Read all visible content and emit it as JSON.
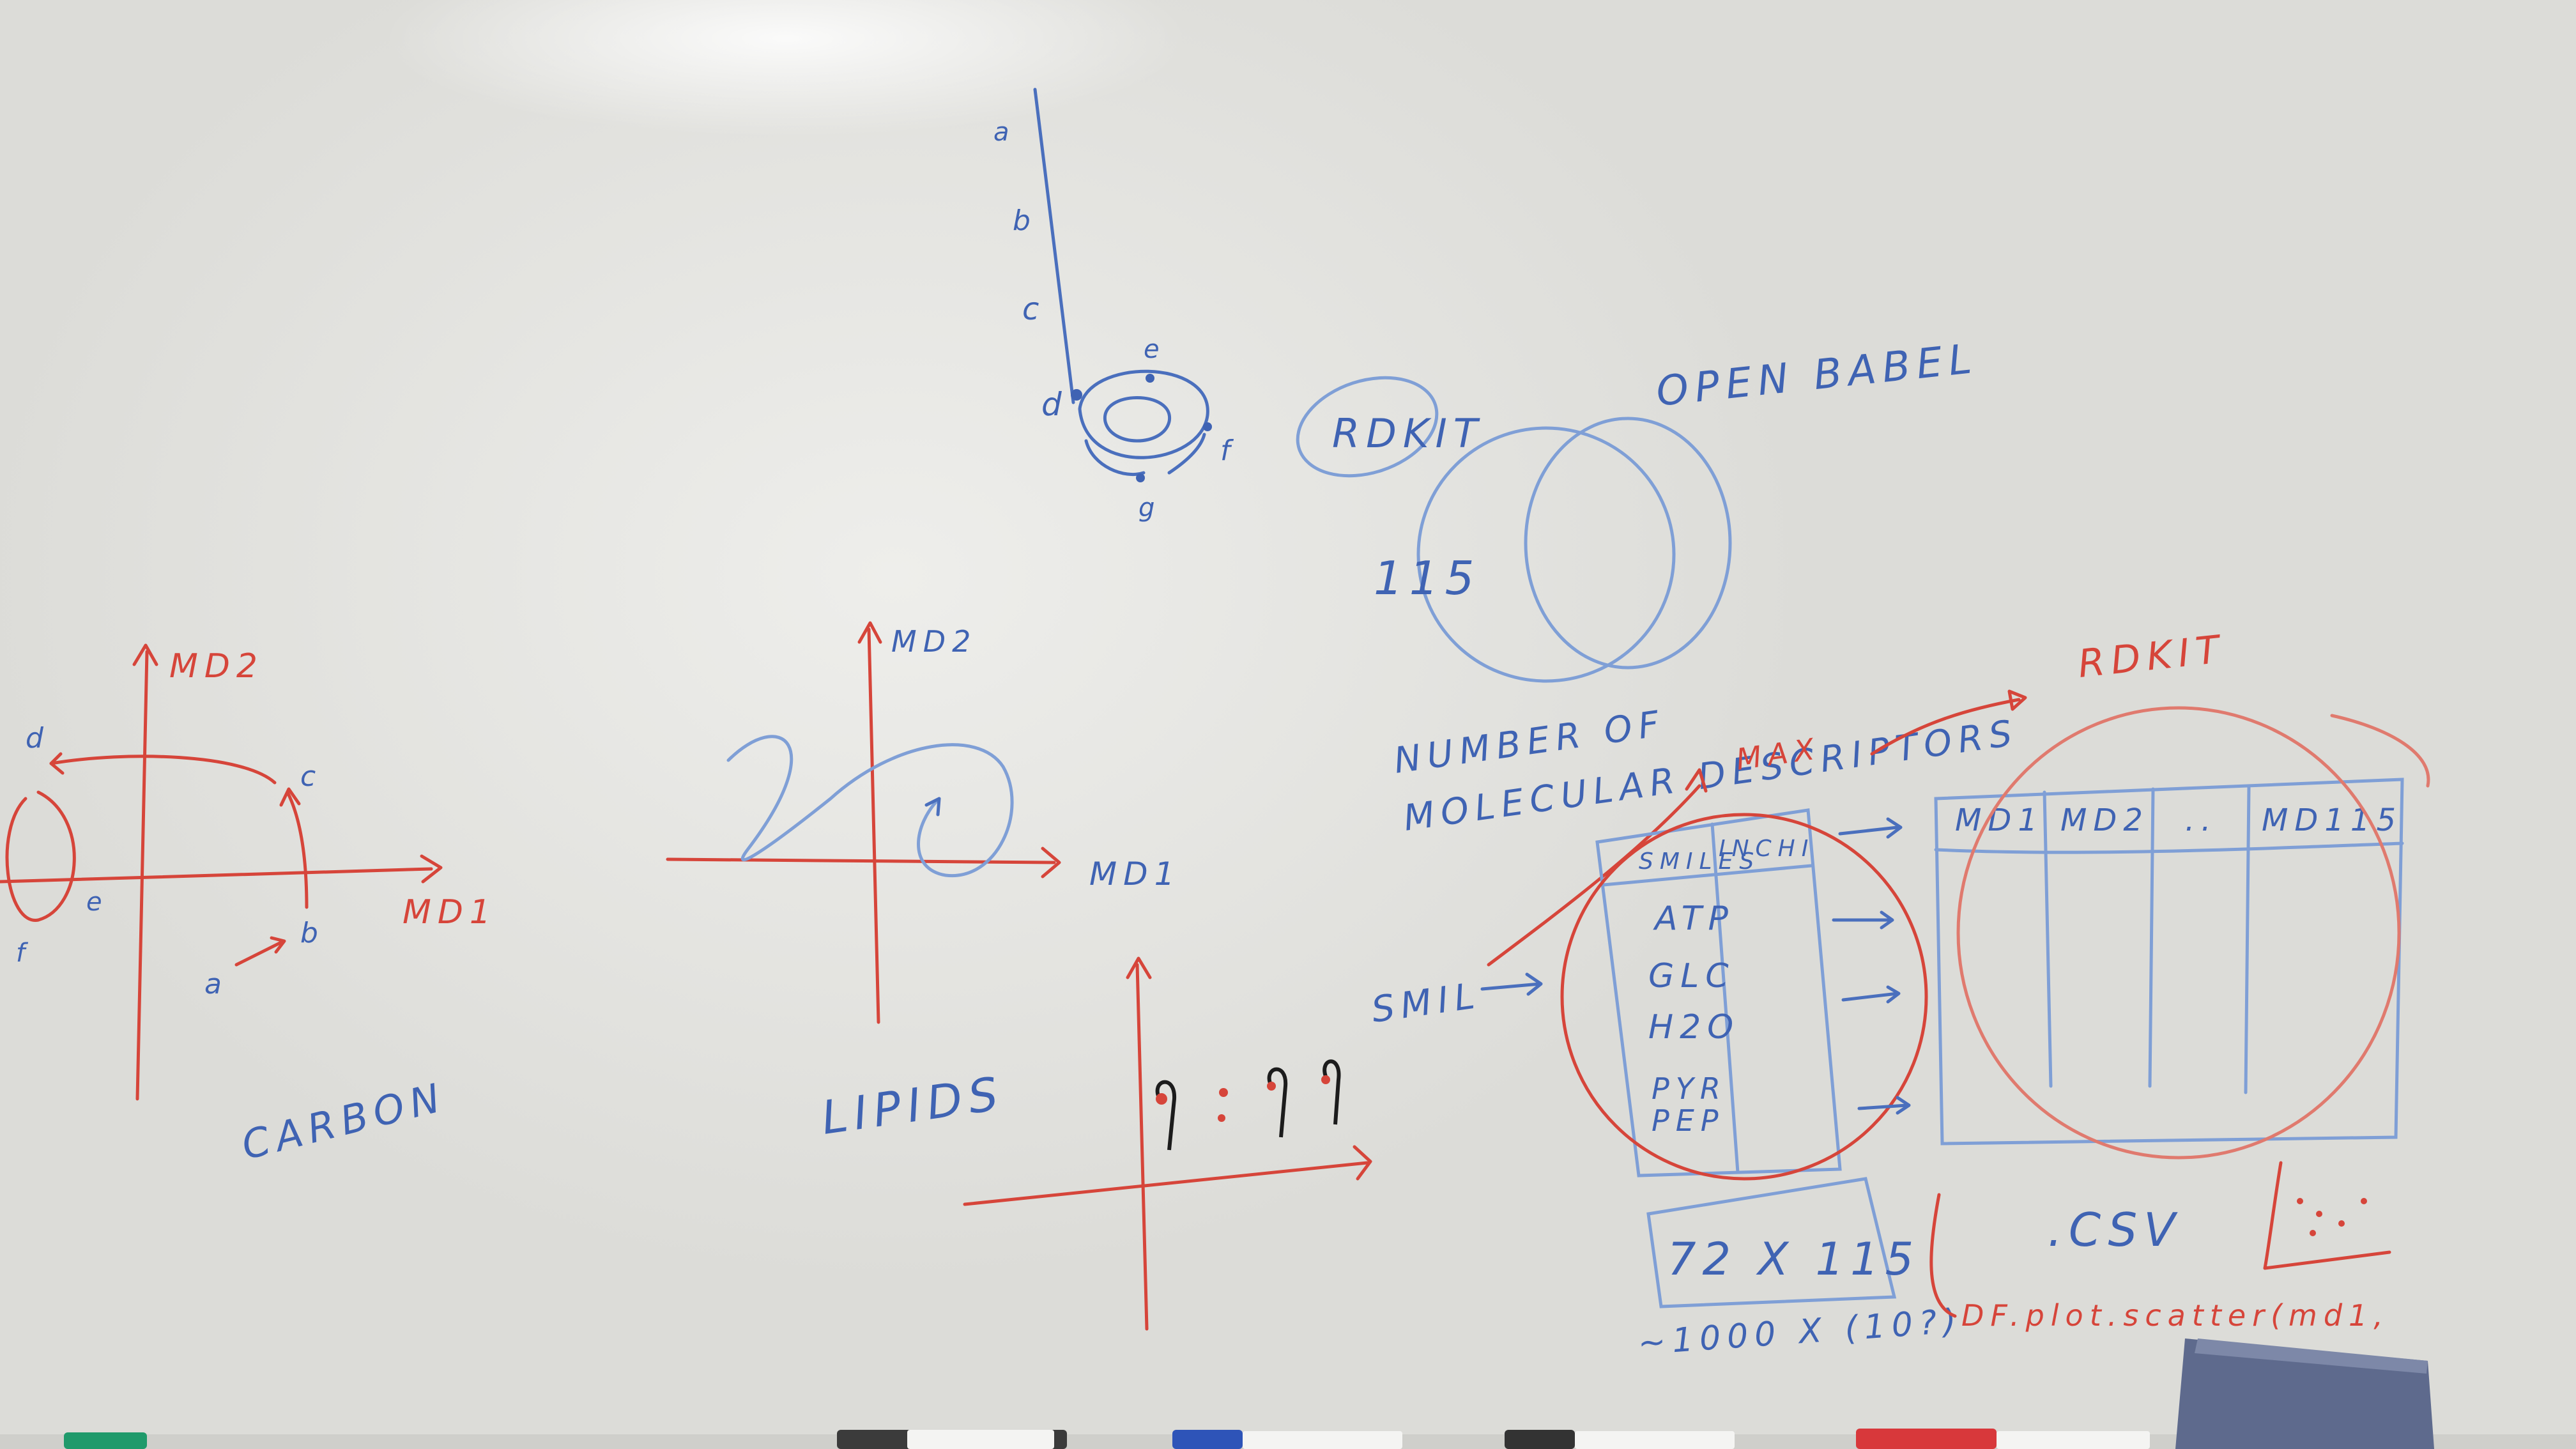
{
  "text": {
    "rdkit_top": "RDKIT",
    "open_babel": "OPEN BABEL",
    "venn_count": "115",
    "number_line1": "NUMBER OF",
    "number_line2": "MOLECULAR DESCRIPTORS",
    "max_label": "MAX",
    "rdkit_right": "RDKIT",
    "smiles": "SMIL",
    "col_smiles": "SMILES",
    "col_inchi": "INCHI",
    "row1": "ATP",
    "row2": "GLC",
    "row3": "H2O",
    "row4": "PYR",
    "row5": "PEP",
    "md1": "MD1",
    "md2": "MD2",
    "md_dots": "..",
    "md115": "MD115",
    "size_box": "72 X 115",
    "size_note": "~1000 X (10?)",
    "csv": ".CSV",
    "df_plot": "DF.plot.scatter(md1,",
    "carbon": "CARBON",
    "lipids": "LIPIDS",
    "left_y": "MD2",
    "left_x": "MD1",
    "left_pt_d": "d",
    "left_pt_c": "c",
    "left_pt_a": "a",
    "left_pt_b": "b",
    "left_pt_e": "e",
    "left_pt_f": "f",
    "mid_y": "MD2",
    "mid_x": "MD1",
    "mol_labels": [
      "a",
      "b",
      "c",
      "d",
      "e",
      "f",
      "g"
    ]
  },
  "colors": {
    "marker_blue": "#3f63b3",
    "marker_red": "#d6453a",
    "marker_black": "#1c1c1c",
    "board": "#e3e3df"
  }
}
